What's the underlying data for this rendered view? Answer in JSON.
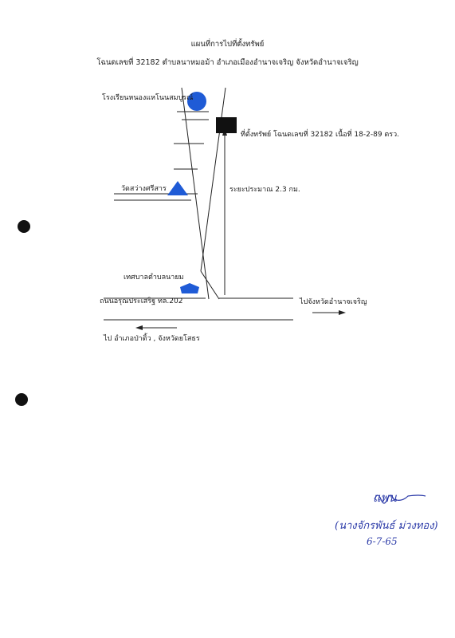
{
  "title": "แผนที่การไปที่ตั้งทรัพย์",
  "subtitle": "โฉนดเลขที่ 32182 ตำบลนาหมอม้า อำเภอเมืองอำนาจเจริญ จังหวัดอำนาจเจริญ",
  "landmarks": {
    "school": "โรงเรียนหนองแหโนนสมบูรณ์",
    "property": "ที่ตั้งทรัพย์ โฉนดเลขที่ 32182 เนื้อที่ 18-2-89 ตรว.",
    "temple": "วัดสว่างศรีสาร",
    "distance": "ระยะประมาณ  2.3 กม.",
    "municipality": "เทศบาลตำบลนายม",
    "road": "ถนนอรุณประเสริฐ ทล.202",
    "to_amnat": "ไปจังหวัดอำนาจเจริญ",
    "to_pa_tio": "ไป อำเภอป่าติ้ว , จังหวัดยโสธร"
  },
  "signature": {
    "line1": "แพน",
    "line2": "(นางจักรพันธ์ ม่วงทอง)",
    "date": "6-7-65"
  },
  "colors": {
    "school_marker": "#1f5bd6",
    "temple_marker": "#1f5bd6",
    "municipality_marker": "#1f5bd6",
    "property_marker": "#111111",
    "ink": "#2b3aa8"
  },
  "icons": {
    "school": "circle-icon",
    "temple": "triangle-icon",
    "municipality": "pentagon-icon",
    "property": "square-icon"
  }
}
